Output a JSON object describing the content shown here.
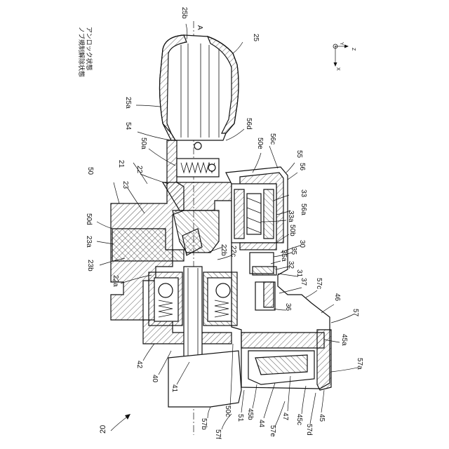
{
  "figure": {
    "notes": [
      "アンロック状態",
      "ノブ規制解除状態"
    ],
    "axis_label": "A",
    "coordinate_axes": {
      "x": "X",
      "y": "Y",
      "z": "Z"
    },
    "assembly_ref": "20"
  },
  "reference_labels": [
    "25b",
    "25",
    "25a",
    "54",
    "56d",
    "50e",
    "56c",
    "55",
    "50a",
    "21",
    "22",
    "56",
    "50",
    "23",
    "33",
    "56a",
    "50d",
    "33a",
    "23a",
    "50b",
    "22b",
    "35",
    "30",
    "22c",
    "32",
    "23b",
    "35a",
    "31",
    "22a",
    "37",
    "57c",
    "46",
    "36",
    "57",
    "45a",
    "42",
    "57a",
    "40",
    "41",
    "57b",
    "57f",
    "50c",
    "51",
    "45b",
    "44",
    "57e",
    "47",
    "45c",
    "57d",
    "45"
  ],
  "colors": {
    "ink": "#111111",
    "paper": "#ffffff"
  }
}
